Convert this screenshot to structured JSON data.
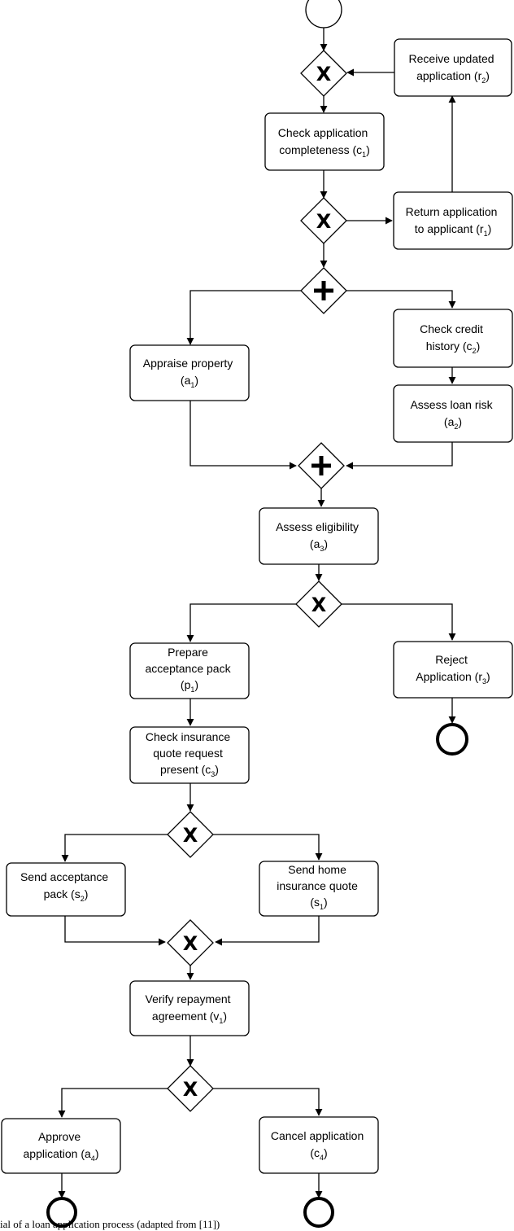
{
  "tasks": {
    "c1": [
      "Check application",
      "completeness (c",
      "1",
      ")"
    ],
    "r2": [
      "Receive updated",
      "application (r",
      "2",
      ")"
    ],
    "r1": [
      "Return application",
      "to applicant (r",
      "1",
      ")"
    ],
    "c2": [
      "Check credit",
      "history (c",
      "2",
      ")"
    ],
    "a1": [
      "Appraise property",
      "(a",
      "1",
      ")"
    ],
    "a2": [
      "Assess loan risk",
      "(a",
      "2",
      ")"
    ],
    "a3": [
      "Assess eligibility",
      "(a",
      "3",
      ")"
    ],
    "p1": [
      "Prepare",
      "acceptance pack",
      "(p",
      "1",
      ")"
    ],
    "r3": [
      "Reject",
      "Application (r",
      "3",
      ")"
    ],
    "c3": [
      "Check insurance",
      "quote request",
      "present (c",
      "3",
      ")"
    ],
    "s2": [
      "Send acceptance",
      "pack (s",
      "2",
      ")"
    ],
    "s1": [
      "Send home",
      "insurance quote",
      "(s",
      "1",
      ")"
    ],
    "v1": [
      "Verify repayment",
      "agreement (v",
      "1",
      ")"
    ],
    "a4": [
      "Approve",
      "application (a",
      "4",
      ")"
    ],
    "c4": [
      "Cancel application",
      "(c",
      "4",
      ")"
    ]
  },
  "gateways": {
    "xor_symbol": "X",
    "and_symbol": "+"
  },
  "caption": "ial of a loan application process (adapted from [11])"
}
